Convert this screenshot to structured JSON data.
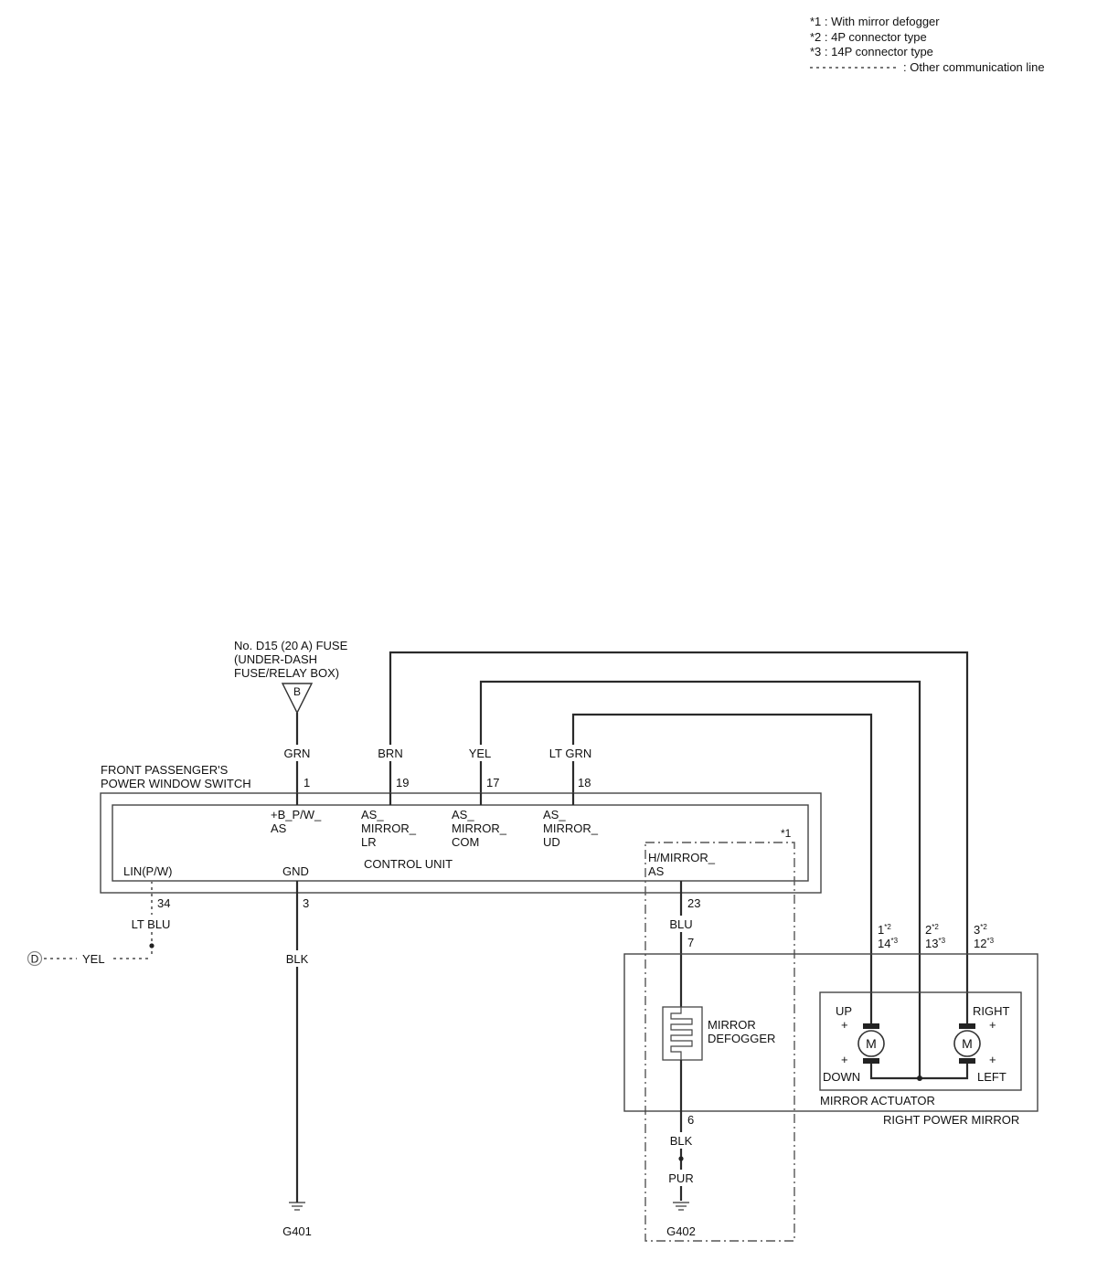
{
  "notes": {
    "n1": "*1 : With mirror defogger",
    "n2": "*2 : 4P connector type",
    "n3": "*3 : 14P connector type",
    "n4": ": Other communication line"
  },
  "fuse": {
    "line1": "No. D15 (20 A) FUSE",
    "line2": "(UNDER-DASH",
    "line3": "FUSE/RELAY BOX)",
    "symbol": "B"
  },
  "switch": {
    "title1": "FRONT PASSENGER'S",
    "title2": "POWER WINDOW SWITCH",
    "control_unit": "CONTROL UNIT",
    "pins": {
      "p1": {
        "wire": "GRN",
        "pin": "1",
        "label1": "+B_P/W_",
        "label2": "AS"
      },
      "p19": {
        "wire": "BRN",
        "pin": "19",
        "label1": "AS_",
        "label2": "MIRROR_",
        "label3": "LR"
      },
      "p17": {
        "wire": "YEL",
        "pin": "17",
        "label1": "AS_",
        "label2": "MIRROR_",
        "label3": "COM"
      },
      "p18": {
        "wire": "LT GRN",
        "pin": "18",
        "label1": "AS_",
        "label2": "MIRROR_",
        "label3": "UD"
      },
      "p34": {
        "label": "LIN(P/W)",
        "pin": "34",
        "wire": "LT BLU"
      },
      "p3": {
        "label": "GND",
        "pin": "3",
        "wire": "BLK"
      },
      "p23": {
        "label1": "H/MIRROR_",
        "label2": "AS",
        "pin": "23",
        "wire": "BLU"
      }
    }
  },
  "lin": {
    "connector": "D",
    "wire": "YEL"
  },
  "option_mark": "*1",
  "ground1": {
    "wire": "BLK",
    "name": "G401"
  },
  "defogger": {
    "label1": "MIRROR",
    "label2": "DEFOGGER",
    "pin_in": "7",
    "pin_out": "6",
    "wire_out": "BLK",
    "wire_after_splice": "PUR",
    "ground": "G402"
  },
  "mirror": {
    "name": "RIGHT POWER MIRROR",
    "actuator": "MIRROR ACTUATOR",
    "pins": {
      "a": {
        "p4": "1",
        "p14": "14"
      },
      "b": {
        "p4": "2",
        "p14": "13"
      },
      "c": {
        "p4": "3",
        "p14": "12"
      }
    },
    "sup2": "*2",
    "sup3": "*3",
    "up": "UP",
    "down": "DOWN",
    "right": "RIGHT",
    "left": "LEFT",
    "plus": "+",
    "motor": "M"
  },
  "colors": {
    "wire": "#2a2a2a",
    "dashed": "#777777"
  }
}
